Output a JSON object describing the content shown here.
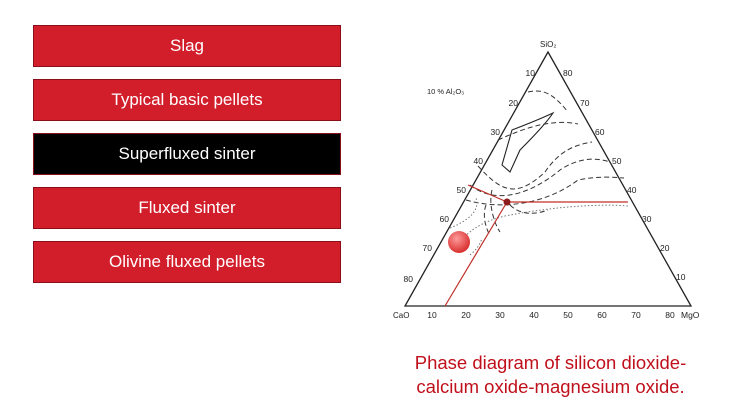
{
  "menu": {
    "items": [
      {
        "label": "Slag",
        "color": "#d21e2b"
      },
      {
        "label": "Typical basic pellets",
        "color": "#d21e2b"
      },
      {
        "label": "Superfluxed sinter",
        "color": "#000000"
      },
      {
        "label": "Fluxed sinter",
        "color": "#d21e2b"
      },
      {
        "label": "Olivine fluxed pellets",
        "color": "#d21e2b"
      }
    ]
  },
  "diagram": {
    "apex_top": "SiO₂",
    "apex_left": "CaO",
    "apex_right": "MgO",
    "note": "10 % Al₂O₃",
    "left_ticks": [
      "10",
      "20",
      "30",
      "40",
      "50",
      "60",
      "70",
      "80"
    ],
    "right_ticks": [
      "80",
      "70",
      "60",
      "50",
      "40",
      "30",
      "20",
      "10"
    ],
    "bottom_ticks": [
      "10",
      "20",
      "30",
      "40",
      "50",
      "60",
      "70",
      "80"
    ],
    "line_color": "#c0302a",
    "marker_color": "#e84545"
  },
  "caption": {
    "line1": "Phase diagram of silicon dioxide-",
    "line2": "calcium oxide-magnesium oxide."
  }
}
